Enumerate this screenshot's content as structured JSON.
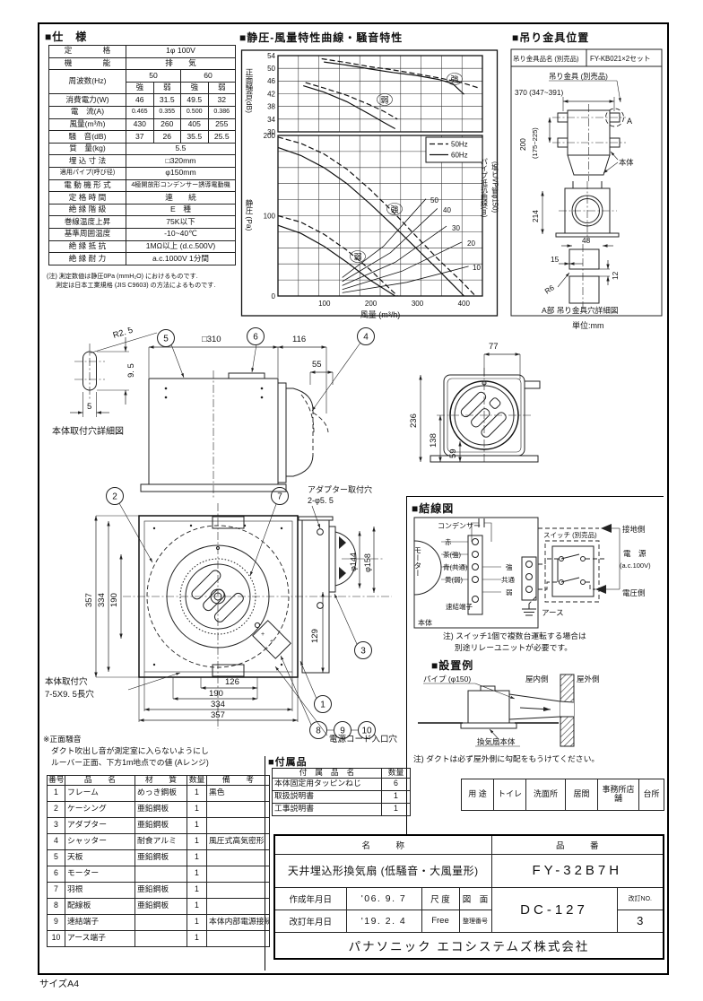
{
  "page": {
    "size": "サイズA4",
    "unit": "単位:mm"
  },
  "spec": {
    "title": "■仕　様",
    "r_teikaku": "定　　　　格",
    "v_teikaku": "1φ 100V",
    "r_kinou": "機　　　　能",
    "v_kinou": "排　　気",
    "r_hz": "周波数(Hz)",
    "hz50": "50",
    "hz60": "60",
    "strong": "強",
    "weak": "弱",
    "rows4": [
      {
        "label": "消費電力(W)",
        "v": [
          "46",
          "31.5",
          "49.5",
          "32"
        ]
      },
      {
        "label": "電　流(A)",
        "v": [
          "0.465",
          "0.355",
          "0.500",
          "0.386"
        ]
      },
      {
        "label": "風量(m³/h)",
        "v": [
          "430",
          "260",
          "405",
          "255"
        ]
      },
      {
        "label": "騒　音(dB)",
        "v": [
          "37",
          "26",
          "35.5",
          "25.5"
        ]
      }
    ],
    "rows1": [
      {
        "label": "質　量(kg)",
        "value": "5.5"
      },
      {
        "label": "埋 込 寸 法",
        "value": "□320mm"
      },
      {
        "label": "適用パイプ(呼び径)",
        "value": "φ150mm"
      },
      {
        "label": "電 動 機 形 式",
        "value": "4極開放形コンデンサー誘導電動機"
      },
      {
        "label": "定 格 時 間",
        "value": "連　　続"
      },
      {
        "label": "絶 縁 階 級",
        "value": "E　種"
      },
      {
        "label": "巻線温度上昇",
        "value": "75K以下"
      },
      {
        "label": "基準周囲温度",
        "value": "-10~40℃"
      },
      {
        "label": "絶 縁 抵 抗",
        "value": "1MΩ以上 (d.c.500V)"
      },
      {
        "label": "絶 縁 耐 力",
        "value": "a.c.1000V 1分間"
      }
    ],
    "note1": "(注) 測定数値は静圧0Pa (mmH₂O) におけるものです.",
    "note2": "測定は日本工業規格 (JIS C9603) の方法によるものです."
  },
  "chart": {
    "title": "■静圧-風量特性曲線・騒音特性",
    "ylabel_top": "正面騒音(dB)",
    "ylabel_bottom": "静圧 (Pa)",
    "xlabel": "風量 (m³/h)",
    "right_label1": "パイプ抵抗曲線(m)",
    "right_label2": "(塩ビVP管φ150)",
    "legend_dashed": "50Hz",
    "legend_solid": "60Hz",
    "strong": "強",
    "weak": "弱",
    "pipe_labels": [
      "50",
      "40",
      "30",
      "20",
      "10"
    ],
    "yticks_top": [
      "54",
      "50",
      "46",
      "42",
      "38",
      "34",
      "30"
    ],
    "yticks_bottom": [
      "200",
      "100",
      "0"
    ],
    "xticks": [
      "100",
      "200",
      "300",
      "400"
    ]
  },
  "chart_data": [
    {
      "type": "line",
      "title": "騒音特性(正面騒音)",
      "xlabel": "風量 (m³/h)",
      "ylabel": "正面騒音 (dB)",
      "xlim": [
        0,
        445
      ],
      "ylim": [
        30,
        54
      ],
      "xgrid_step": 44.5,
      "ygrid_step": 4,
      "yticks": [
        30,
        34,
        38,
        42,
        46,
        50,
        54
      ],
      "xticks": [
        100,
        200,
        300,
        400
      ],
      "legend": [
        "50Hz",
        "60Hz"
      ],
      "legend_position": "right-of-lower-plot",
      "series": [
        {
          "name": "強 50Hz",
          "style": "dashed",
          "points": [
            [
              95,
              53
            ],
            [
              150,
              51.8
            ],
            [
              200,
              50.5
            ],
            [
              250,
              49.5
            ],
            [
              300,
              48.3
            ],
            [
              350,
              47
            ],
            [
              400,
              45.5
            ],
            [
              440,
              43.7
            ]
          ]
        },
        {
          "name": "強 60Hz",
          "style": "solid",
          "points": [
            [
              100,
              52
            ],
            [
              150,
              51
            ],
            [
              200,
              49.8
            ],
            [
              250,
              48.7
            ],
            [
              300,
              47.8
            ],
            [
              350,
              46.5
            ],
            [
              380,
              45.2
            ],
            [
              405,
              41.8
            ]
          ]
        },
        {
          "name": "弱 50Hz",
          "style": "dashed",
          "points": [
            [
              60,
              45.5
            ],
            [
              100,
              43.8
            ],
            [
              150,
              41.5
            ],
            [
              200,
              38.5
            ],
            [
              230,
              36.5
            ],
            [
              260,
              34
            ]
          ]
        },
        {
          "name": "弱 60Hz",
          "style": "solid",
          "points": [
            [
              55,
              44.5
            ],
            [
              100,
              42.5
            ],
            [
              150,
              39.5
            ],
            [
              200,
              35.5
            ],
            [
              230,
              33
            ],
            [
              255,
              31
            ]
          ]
        }
      ]
    },
    {
      "type": "line",
      "title": "静圧-風量特性曲線",
      "xlabel": "風量 (m³/h)",
      "ylabel": "静圧 (Pa)",
      "xlim": [
        0,
        445
      ],
      "ylim": [
        0,
        200
      ],
      "xgrid_step": 44.5,
      "ygrid_step": 20,
      "yticks": [
        0,
        100,
        200
      ],
      "xticks": [
        100,
        200,
        300,
        400
      ],
      "right_label": "パイプ抵抗曲線(m) (塩ビVP管φ150)",
      "series": [
        {
          "name": "強 50Hz",
          "style": "dashed",
          "points": [
            [
              0,
              198
            ],
            [
              50,
              190
            ],
            [
              100,
              177
            ],
            [
              150,
              158
            ],
            [
              200,
              133
            ],
            [
              250,
              105
            ],
            [
              300,
              75
            ],
            [
              350,
              45
            ],
            [
              400,
              18
            ],
            [
              430,
              0
            ]
          ]
        },
        {
          "name": "強 60Hz",
          "style": "solid",
          "points": [
            [
              0,
              185
            ],
            [
              50,
              175
            ],
            [
              100,
              160
            ],
            [
              150,
              140
            ],
            [
              200,
              115
            ],
            [
              250,
              88
            ],
            [
              300,
              60
            ],
            [
              350,
              32
            ],
            [
              405,
              0
            ]
          ]
        },
        {
          "name": "弱 50Hz",
          "style": "dashed",
          "points": [
            [
              0,
              100
            ],
            [
              50,
              92
            ],
            [
              100,
              77
            ],
            [
              150,
              57
            ],
            [
              200,
              33
            ],
            [
              260,
              0
            ]
          ]
        },
        {
          "name": "弱 60Hz",
          "style": "solid",
          "points": [
            [
              0,
              88
            ],
            [
              50,
              78
            ],
            [
              100,
              62
            ],
            [
              150,
              42
            ],
            [
              200,
              20
            ],
            [
              255,
              0
            ]
          ]
        },
        {
          "name": "パイプ抵抗 10m",
          "style": "thin",
          "points": [
            [
              140,
              4
            ],
            [
              280,
              17
            ],
            [
              415,
              37
            ]
          ]
        },
        {
          "name": "パイプ抵抗 20m",
          "style": "thin",
          "points": [
            [
              140,
              8
            ],
            [
              270,
              31
            ],
            [
              400,
              67
            ]
          ]
        },
        {
          "name": "パイプ抵抗 30m",
          "style": "thin",
          "points": [
            [
              140,
              13
            ],
            [
              255,
              42
            ],
            [
              367,
              87
            ]
          ]
        },
        {
          "name": "パイプ抵抗 40m",
          "style": "thin",
          "points": [
            [
              140,
              18
            ],
            [
              245,
              54
            ],
            [
              347,
              109
            ]
          ]
        },
        {
          "name": "パイプ抵抗 50m",
          "style": "thin",
          "points": [
            [
              140,
              23
            ],
            [
              230,
              62
            ],
            [
              322,
              121
            ]
          ]
        }
      ]
    }
  ],
  "bracket": {
    "title": "■吊り金具位置",
    "part_label": "吊り金具品名 (別売品)",
    "part_value": "FY-KB021×2セット",
    "caption": "吊り金具 (別売品)",
    "dim_w": "370 (347~391)",
    "dim_h": "200",
    "dim_h2": "(175~225)",
    "a": "A",
    "body": "本体",
    "d214": "214",
    "d48": "48",
    "d15": "15",
    "d12": "12",
    "r6": "R6",
    "detail": "A部 吊り金具穴詳細図"
  },
  "drawings": {
    "r25": "R2. 5",
    "d95": "9. 5",
    "d5": "5",
    "slot_caption": "本体取付穴詳細図",
    "sq310": "□310",
    "d116": "116",
    "d55": "55",
    "d77": "77",
    "d236": "236",
    "d138": "138",
    "d59": "59",
    "d357": "357",
    "d334": "334",
    "d190": "190",
    "d126": "126",
    "adapter1": "アダプター取付穴",
    "adapter2": "2-φ5. 5",
    "phi144": "φ144",
    "phi158": "φ158",
    "d129": "129",
    "mount1": "本体取付穴",
    "mount2": "7-5X9. 5長穴",
    "cord": "電源コード入口穴",
    "balloons": [
      "1",
      "2",
      "3",
      "4",
      "5",
      "6",
      "7",
      "8",
      "9",
      "10"
    ]
  },
  "wiring": {
    "title": "■結線図",
    "condenser": "コンデンサー",
    "motor": "モーター",
    "red": "赤",
    "brown": "茶(強)",
    "blue": "青(共通)",
    "yellow": "黄(弱)",
    "strong": "強",
    "common": "共通",
    "weak": "弱",
    "terminal": "速結端子",
    "body": "本体",
    "switch": "スイッチ (別売品)",
    "ground_side": "接地側",
    "power": "電　源",
    "power_v": "(a.c.100V)",
    "volt_side": "電圧側",
    "earth": "アース",
    "note1": "注) スイッチ1個で複数台運転する場合は",
    "note2": "別途リレーユニットが必要です。"
  },
  "install": {
    "title": "■設置例",
    "pipe": "パイプ (φ150)",
    "indoor": "屋内側",
    "outdoor": "屋外側",
    "fan": "換気扇本体",
    "note": "注) ダクトは必ず屋外側に勾配をもうけてください。"
  },
  "usage": {
    "cells": [
      "用 途",
      "トイレ",
      "洗面所",
      "居間",
      "事務所店舗",
      "台所"
    ]
  },
  "noise_note": {
    "l1": "※正面騒音",
    "l2": "ダクト吹出し音が測定室に入らないようにし",
    "l3": "ルーバー正面、下方1m地点での値 (Aレンジ)"
  },
  "parts": {
    "headers": [
      "番号",
      "品　　名",
      "材　　質",
      "数量",
      "備　　考"
    ],
    "rows": [
      [
        "1",
        "フレーム",
        "めっき鋼板",
        "1",
        "黒色"
      ],
      [
        "2",
        "ケーシング",
        "亜鉛鋼板",
        "1",
        ""
      ],
      [
        "3",
        "アダプター",
        "亜鉛鋼板",
        "1",
        ""
      ],
      [
        "4",
        "シャッター",
        "耐食アルミ",
        "1",
        "風圧式高気密形"
      ],
      [
        "5",
        "天板",
        "亜鉛鋼板",
        "1",
        ""
      ],
      [
        "6",
        "モーター",
        "",
        "1",
        ""
      ],
      [
        "7",
        "羽根",
        "亜鉛鋼板",
        "1",
        ""
      ],
      [
        "8",
        "配線板",
        "亜鉛鋼板",
        "1",
        ""
      ],
      [
        "9",
        "速結端子",
        "",
        "1",
        "本体内部電源接続"
      ],
      [
        "10",
        "アース端子",
        "",
        "1",
        ""
      ]
    ]
  },
  "accessories": {
    "title": "■付属品",
    "headers": [
      "付　属　品　名",
      "数量"
    ],
    "rows": [
      [
        "本体固定用タッピンねじ",
        "6"
      ],
      [
        "取扱説明書",
        "1"
      ],
      [
        "工事説明書",
        "1"
      ]
    ]
  },
  "titleblock": {
    "name_h": "名　　　称",
    "pn_h": "品　　　番",
    "name": "天井埋込形換気扇 (低騒音・大風量形)",
    "pn": "FY-32B7H",
    "created_h": "作成年月日",
    "created": "'06. 9. 7",
    "revised_h": "改訂年月日",
    "revised": "'19. 2. 4",
    "scale_h": "尺 度",
    "scale": "Free",
    "drawing_h": "図　面",
    "serial_h": "整理番号",
    "no": "DC-127",
    "rev_h": "改訂NO.",
    "rev": "3",
    "company": "パナソニック エコシステムズ株式会社"
  }
}
